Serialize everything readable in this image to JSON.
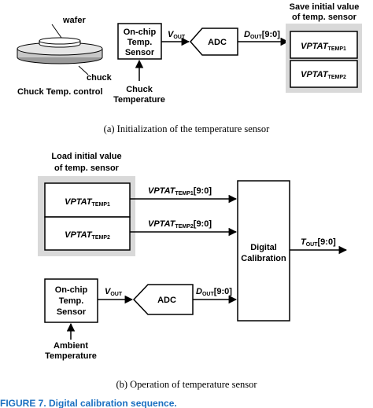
{
  "part_a": {
    "wafer_label": "wafer",
    "chuck_label": "chuck",
    "chuck_control_label": "Chuck Temp. control",
    "sensor_line1": "On-chip",
    "sensor_line2": "Temp.",
    "sensor_line3": "Sensor",
    "input_line1": "Chuck",
    "input_line2": "Temperature",
    "vout_main": "V",
    "vout_sub": "OUT",
    "adc_label": "ADC",
    "dout_main": "D",
    "dout_sub": "OUT",
    "dout_bits": "[9:0]",
    "save_line1": "Save initial value",
    "save_line2": "of temp. sensor",
    "reg1_main": "VPTAT",
    "reg1_sub": "TEMP1",
    "reg2_main": "VPTAT",
    "reg2_sub": "TEMP2",
    "caption": "(a) Initialization of the temperature sensor"
  },
  "part_b": {
    "load_line1": "Load initial value",
    "load_line2": "of temp. sensor",
    "reg1_main": "VPTAT",
    "reg1_sub": "TEMP1",
    "reg2_main": "VPTAT",
    "reg2_sub": "TEMP2",
    "bus1_main": "VPTAT",
    "bus1_sub": "TEMP1",
    "bus1_bits": "[9:0]",
    "bus2_main": "VPTAT",
    "bus2_sub": "TEMP2",
    "bus2_bits": "[9:0]",
    "calib_line1": "Digital",
    "calib_line2": "Calibration",
    "tout_main": "T",
    "tout_sub": "OUT",
    "tout_bits": "[9:0]",
    "sensor_line1": "On-chip",
    "sensor_line2": "Temp.",
    "sensor_line3": "Sensor",
    "vout_main": "V",
    "vout_sub": "OUT",
    "adc_label": "ADC",
    "dout_main": "D",
    "dout_sub": "OUT",
    "dout_bits": "[9:0]",
    "input_line1": "Ambient",
    "input_line2": "Temperature",
    "caption": "(b) Operation of temperature sensor"
  },
  "figure_caption": "FIGURE 7.  Digital calibration sequence."
}
